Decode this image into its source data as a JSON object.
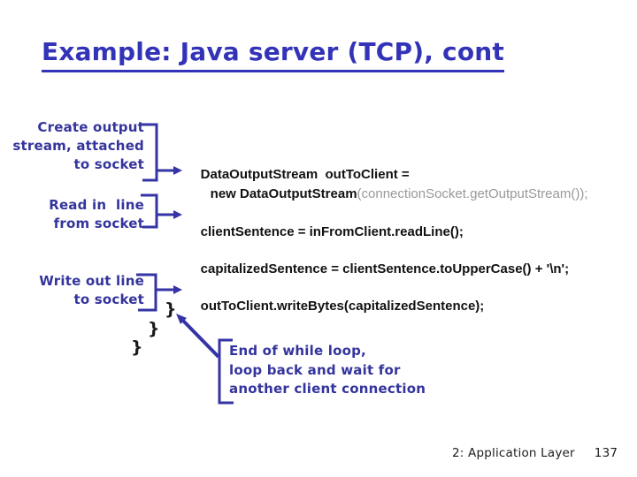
{
  "slide": {
    "title": "Example: Java server (TCP), cont",
    "annotations": {
      "create_output": [
        "Create output",
        "stream, attached",
        "to socket"
      ],
      "read_line": [
        "Read in  line",
        "from socket"
      ],
      "write_line": [
        "Write out line",
        "to socket"
      ],
      "end_while": [
        "End of while loop,",
        "loop back and wait for",
        "another client connection"
      ]
    },
    "code": {
      "declare_line1": "DataOutputStream  outToClient =",
      "declare_line2_bold": "new DataOutputStream",
      "declare_line2_gray": "(connectionSocket.getOutputStream());",
      "read_line": "clientSentence = inFromClient.readLine();",
      "capitalize_line": "capitalizedSentence = clientSentence.toUpperCase() + '\\n';",
      "write_line": "outToClient.writeBytes(capitalizedSentence);"
    },
    "braces": [
      "}",
      "}",
      "}"
    ],
    "footer": {
      "section": "2: Application Layer",
      "page": "137"
    }
  },
  "colors": {
    "title_blue": "#3333b8",
    "annotation_blue": "#34349d",
    "code_black": "#111111",
    "code_gray": "#999999"
  }
}
